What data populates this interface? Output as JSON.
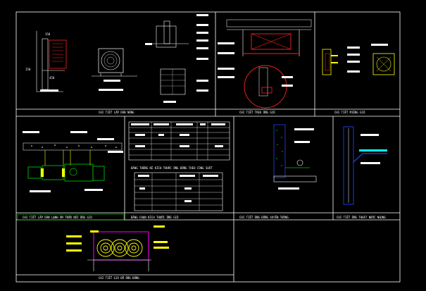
{
  "drawing": {
    "background": "#000000",
    "line_color": "#ffffff",
    "accent_colors": {
      "red": "#ff2020",
      "green": "#00c000",
      "yellow": "#ffff00",
      "blue": "#2040ff",
      "magenta": "#ff00ff",
      "cyan": "#00ffff"
    },
    "dimensions": {
      "outdoor_unit_height": "150",
      "outdoor_unit_width": "450",
      "side_dim": "150"
    },
    "panel_captions": [
      "CHI TIẾT LẮP DÀN NÓNG",
      "CHI TIẾT TREO ỐNG GIÓ",
      "CHI TIẾT MIỆNG GIÓ",
      "CHI TIẾT LẮP DÀN LẠNH ÂM TRẦN NỐI ỐNG GIÓ",
      "BẢNG THỐNG KÊ KÍCH THƯỚC ỐNG ĐỒNG THEO CÔNG SUẤT",
      "BẢNG CHỌN KÍCH THƯỚC ỐNG GIÓ",
      "CHI TIẾT ỐNG ĐỒNG XUYÊN TƯỜNG",
      "CHI TIẾT ỐNG THOÁT NƯỚC NGƯNG",
      "CHI TIẾT GIÁ ĐỠ ỐNG ĐỒNG"
    ]
  }
}
